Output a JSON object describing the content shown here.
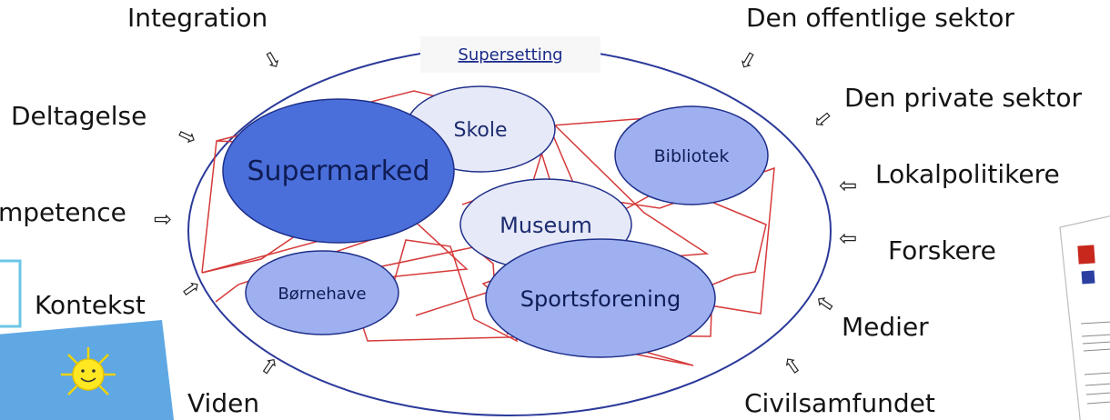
{
  "diagram": {
    "title": "Supersetting",
    "nodes": {
      "skole": "Skole",
      "supermarked": "Supermarked",
      "bibliotek": "Bibliotek",
      "museum": "Museum",
      "bornehave": "Børnehave",
      "sportsforening": "Sportsforening"
    },
    "outer_labels": {
      "integration": "Integration",
      "deltagelse": "Deltagelse",
      "kompetence": "mpetence",
      "kontekst": "Kontekst",
      "viden": "Viden",
      "offentlige": "Den offentlige sektor",
      "private": "Den private sektor",
      "lokalpolitikere": "Lokalpolitikere",
      "forskere": "Forskere",
      "medier": "Medier",
      "civilsamfundet": "Civilsamfundet"
    },
    "colors": {
      "outer_ring": "#2b3a9a",
      "connector": "#d63a3a",
      "node_dark": "#4a6fdb",
      "node_mid": "#9eb0f0",
      "node_light": "#e6e9f7",
      "node_stroke": "#1f2f8a"
    }
  },
  "decorations": {
    "left_image": "sun-drawing-image",
    "right_image": "document-thumbnail-image"
  }
}
